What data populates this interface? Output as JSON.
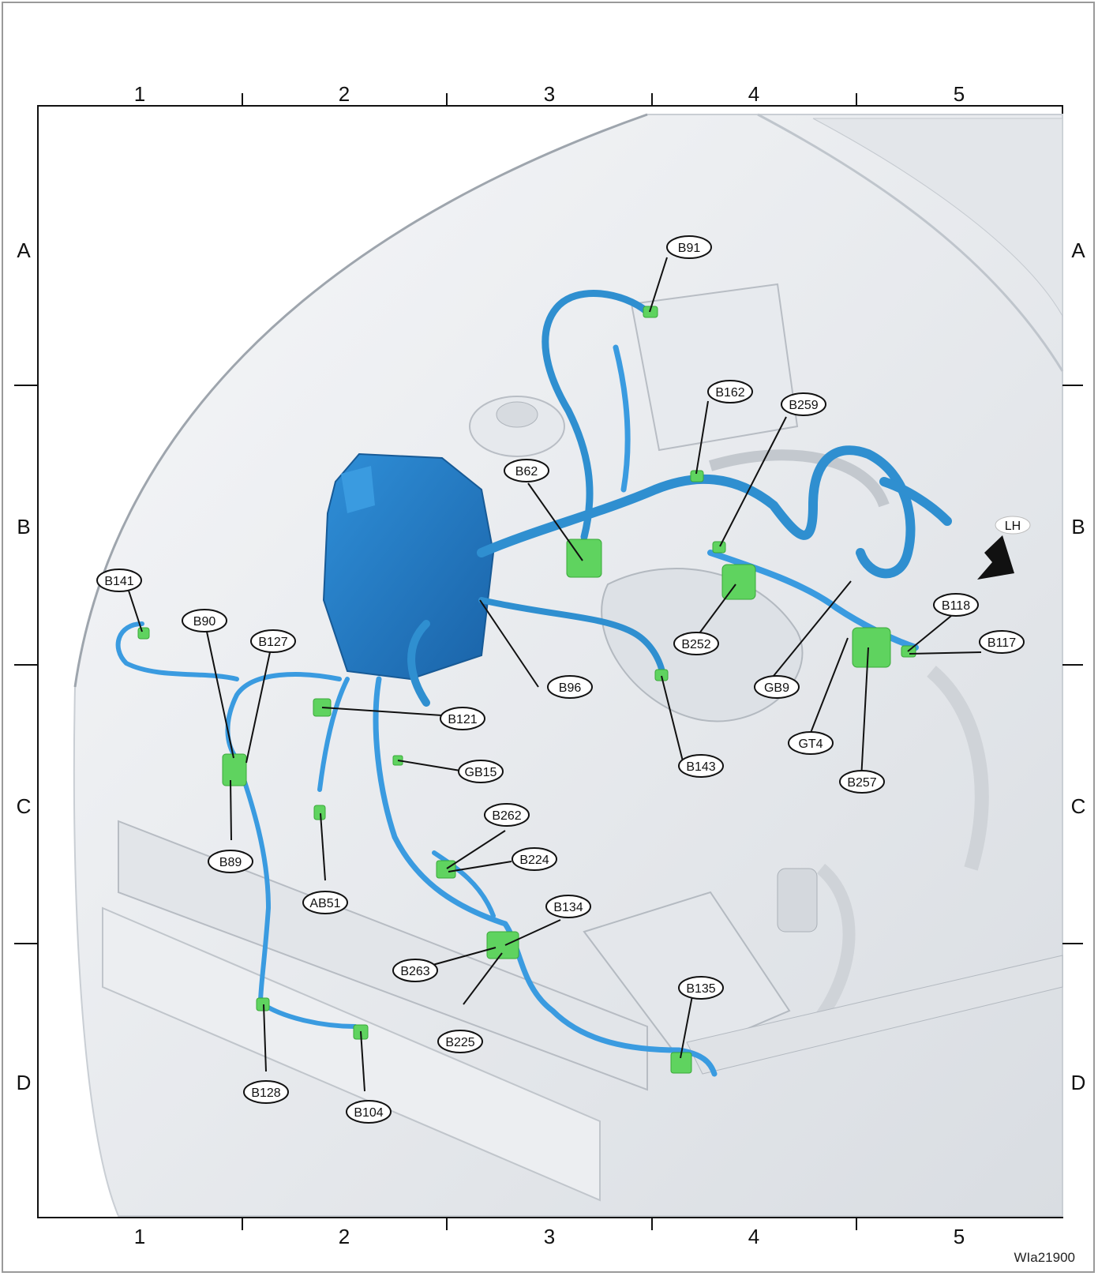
{
  "figure": {
    "code": "WIa21900",
    "direction_label": "LH"
  },
  "grid": {
    "columns": [
      "1",
      "2",
      "3",
      "4",
      "5"
    ],
    "rows": [
      "A",
      "B",
      "C",
      "D"
    ]
  },
  "callouts": [
    "B91",
    "B162",
    "B259",
    "B62",
    "B141",
    "B90",
    "B127",
    "B252",
    "B118",
    "B117",
    "B96",
    "GB9",
    "B121",
    "GT4",
    "B143",
    "GB15",
    "B257",
    "B262",
    "B224",
    "B89",
    "AB51",
    "B134",
    "B263",
    "B225",
    "B135",
    "B128",
    "B104"
  ],
  "colors": {
    "harness": "#2f8fd0",
    "harness_dark": "#1f6fb3",
    "connector": "#5fd35f",
    "frame": "#9a9a9a",
    "engine_bay": "#eef1f4"
  }
}
